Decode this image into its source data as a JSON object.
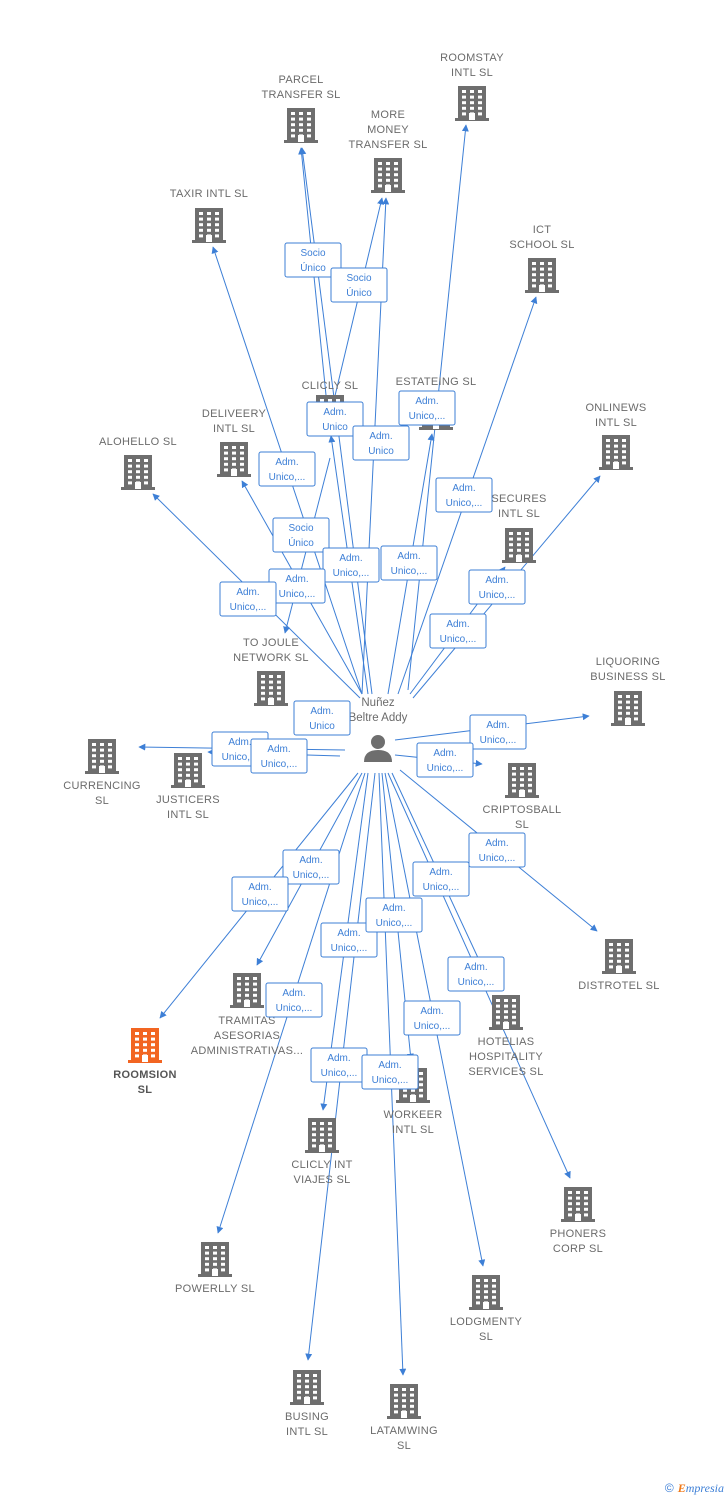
{
  "person": {
    "line1": "Nuñez",
    "line2": "Beltre Addy"
  },
  "companies": [
    {
      "id": "parcel",
      "lines": [
        "PARCEL",
        "TRANSFER  SL"
      ]
    },
    {
      "id": "roomstay",
      "lines": [
        "ROOMSTAY",
        "INTL  SL"
      ]
    },
    {
      "id": "moremoney",
      "lines": [
        "MORE",
        "MONEY",
        "TRANSFER  SL"
      ]
    },
    {
      "id": "taxir",
      "lines": [
        "TAXIR INTL  SL"
      ]
    },
    {
      "id": "ict",
      "lines": [
        "ICT",
        "SCHOOL  SL"
      ]
    },
    {
      "id": "clicly",
      "lines": [
        "CLICLY  SL"
      ]
    },
    {
      "id": "estateing",
      "lines": [
        "ESTATEING  SL"
      ]
    },
    {
      "id": "onlinews",
      "lines": [
        "ONLINEWS",
        "INTL  SL"
      ]
    },
    {
      "id": "deliveery",
      "lines": [
        "DELIVEERY",
        "INTL  SL"
      ]
    },
    {
      "id": "alohello",
      "lines": [
        "ALOHELLO  SL"
      ]
    },
    {
      "id": "secures",
      "lines": [
        "SECURES",
        "INTL  SL"
      ]
    },
    {
      "id": "tojoule",
      "lines": [
        "TO JOULE",
        "NETWORK  SL"
      ]
    },
    {
      "id": "liquoring",
      "lines": [
        "LIQUORING",
        "BUSINESS  SL"
      ]
    },
    {
      "id": "currencing",
      "lines": [
        "CURRENCING",
        "SL"
      ]
    },
    {
      "id": "justicers",
      "lines": [
        "JUSTICERS",
        "INTL  SL"
      ]
    },
    {
      "id": "criptosball",
      "lines": [
        "CRIPTOSBALL",
        "SL"
      ]
    },
    {
      "id": "distrotel",
      "lines": [
        "DISTROTEL  SL"
      ]
    },
    {
      "id": "tramitas",
      "lines": [
        "TRAMITAS",
        "ASESORIAS",
        "ADMINISTRATIVAS..."
      ]
    },
    {
      "id": "hotelias",
      "lines": [
        "HOTELIAS",
        "HOSPITALITY",
        "SERVICES  SL"
      ]
    },
    {
      "id": "roomsion",
      "lines": [
        "ROOMSION",
        "SL"
      ]
    },
    {
      "id": "workeer",
      "lines": [
        "WORKEER",
        "INTL  SL"
      ]
    },
    {
      "id": "cliclyviajes",
      "lines": [
        "CLICLY INT",
        "VIAJES  SL"
      ]
    },
    {
      "id": "phoners",
      "lines": [
        "PHONERS",
        "CORP  SL"
      ]
    },
    {
      "id": "powerlly",
      "lines": [
        "POWERLLY  SL"
      ]
    },
    {
      "id": "lodgmenty",
      "lines": [
        "LODGMENTY",
        "SL"
      ]
    },
    {
      "id": "busing",
      "lines": [
        "BUSING",
        "INTL  SL"
      ]
    },
    {
      "id": "latamwing",
      "lines": [
        "LATAMWING",
        "SL"
      ]
    }
  ],
  "roles": [
    {
      "lines": [
        "Socio",
        "Único"
      ]
    },
    {
      "lines": [
        "Socio",
        "Único"
      ]
    },
    {
      "lines": [
        "Adm.",
        "Unico"
      ]
    },
    {
      "lines": [
        "Adm.",
        "Unico,..."
      ]
    },
    {
      "lines": [
        "Adm.",
        "Unico"
      ]
    },
    {
      "lines": [
        "Adm.",
        "Unico,..."
      ]
    },
    {
      "lines": [
        "Adm.",
        "Unico,..."
      ]
    },
    {
      "lines": [
        "Socio",
        "Único"
      ]
    },
    {
      "lines": [
        "Adm.",
        "Unico,..."
      ]
    },
    {
      "lines": [
        "Adm.",
        "Unico,..."
      ]
    },
    {
      "lines": [
        "Adm.",
        "Unico,..."
      ]
    },
    {
      "lines": [
        "Adm.",
        "Unico,..."
      ]
    },
    {
      "lines": [
        "Adm.",
        "Unico,..."
      ]
    },
    {
      "lines": [
        "Adm.",
        "Unico,..."
      ]
    },
    {
      "lines": [
        "Adm.",
        "Unico"
      ]
    },
    {
      "lines": [
        "Adm.",
        "Unico,..."
      ]
    },
    {
      "lines": [
        "Adm.",
        "Unico,..."
      ]
    },
    {
      "lines": [
        "Adm.",
        "Unico,..."
      ]
    },
    {
      "lines": [
        "Adm.",
        "Unico,..."
      ]
    },
    {
      "lines": [
        "Adm.",
        "Unico,..."
      ]
    },
    {
      "lines": [
        "Adm.",
        "Unico,..."
      ]
    },
    {
      "lines": [
        "Adm.",
        "Unico,..."
      ]
    },
    {
      "lines": [
        "Adm.",
        "Unico,..."
      ]
    },
    {
      "lines": [
        "Adm.",
        "Unico,..."
      ]
    },
    {
      "lines": [
        "Adm.",
        "Unico,..."
      ]
    },
    {
      "lines": [
        "Adm.",
        "Unico,..."
      ]
    },
    {
      "lines": [
        "Adm.",
        "Unico,..."
      ]
    },
    {
      "lines": [
        "Adm.",
        "Unico,..."
      ]
    },
    {
      "lines": [
        "Adm.",
        "Unico,..."
      ]
    },
    {
      "lines": [
        "Adm.",
        "Unico,..."
      ]
    }
  ],
  "colors": {
    "edge": "#3d7fd6",
    "building": "#6e6e6e",
    "highlight": "#f26522"
  },
  "footer": {
    "symbol": "©",
    "brand_initial": "E",
    "brand_rest": "mpresia"
  }
}
